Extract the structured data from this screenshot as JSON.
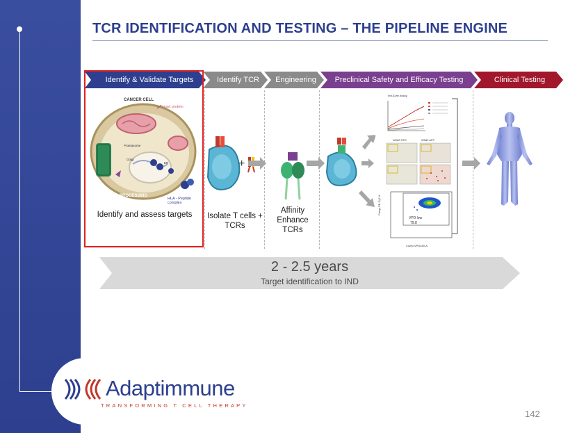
{
  "title": "TCR IDENTIFICATION AND TESTING – THE PIPELINE ENGINE",
  "stages": [
    {
      "label": "Identify & Validate Targets",
      "color": "#2d3f8e"
    },
    {
      "label": "Identify TCR",
      "color": "#8a8a8a"
    },
    {
      "label": "Engineering",
      "color": "#8a8a8a"
    },
    {
      "label": "Preclinical Safety and Efficacy Testing",
      "color": "#7a3f8f"
    },
    {
      "label": "Clinical Testing",
      "color": "#a1172b"
    }
  ],
  "cell_diagram": {
    "cancer_cell": "CANCER CELL",
    "target_protein": "Target protein",
    "proteasome": "Proteasome",
    "golgi": "Golgi",
    "er": "ER",
    "processing": "PROCESSING",
    "hla": "HLA - Peptide complex"
  },
  "descriptions": {
    "identify": "Identify and assess targets",
    "isolate": "Isolate T cells + TCRs",
    "affinity": "Affinity Enhance TCRs"
  },
  "preclinical": {
    "chart_title": "IncuCyte Assay",
    "microscopy_cols": [
      "W082 NTD",
      "W082 AFP"
    ],
    "flow_label": "VPD low",
    "flow_value": "79.8",
    "flow_xaxis": "Comp-VPD450-A",
    "flow_yaxis": "Comp-PE-Cy7-A"
  },
  "timeline": {
    "duration": "2 - 2.5 years",
    "caption": "Target identification to IND"
  },
  "logo": {
    "name": "Adaptimmune",
    "tagline": "TRANSFORMING T CELL THERAPY"
  },
  "page_number": "142"
}
